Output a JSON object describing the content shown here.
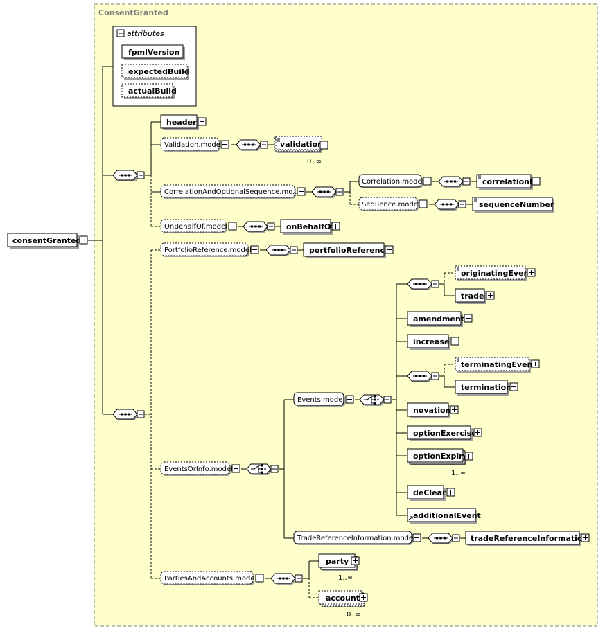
{
  "diagram": {
    "group_title": "ConsentGranted",
    "root": "consentGranted",
    "attributes": {
      "header": "attributes",
      "items": [
        "fpmlVersion",
        "expectedBuild",
        "actualBuild"
      ]
    },
    "elements": {
      "header": "header",
      "validation_model": "Validation.model",
      "validation": "validation",
      "validation_occurs": "0..∞",
      "correlation_seq_model": "CorrelationAndOptionalSequence.mo...",
      "correlation_model": "Correlation.model",
      "correlation_id": "correlationId",
      "sequence_model": "Sequence.model",
      "sequence_number": "sequenceNumber",
      "on_behalf_of_model": "OnBehalfOf.model",
      "on_behalf_of": "onBehalfOf",
      "portfolio_reference_model": "PortfolioReference.model",
      "portfolio_reference": "portfolioReference",
      "originating_event": "originatingEvent",
      "trade": "trade",
      "amendment": "amendment",
      "increase": "increase",
      "terminating_event": "terminatingEvent",
      "termination": "termination",
      "events_model": "Events.model",
      "novation": "novation",
      "option_exercise": "optionExercise",
      "option_expiry": "optionExpiry",
      "option_expiry_occurs": "1..∞",
      "events_or_info_model": "EventsOrInfo.model",
      "declear": "deClear",
      "additional_event": "additionalEvent",
      "trade_reference_information_model": "TradeReferenceInformation.model",
      "trade_reference_information": "tradeReferenceInformation",
      "party": "party",
      "party_occurs": "1..∞",
      "parties_and_accounts_model": "PartiesAndAccounts.model",
      "account": "account",
      "account_occurs": "0..∞"
    },
    "colors": {
      "group_background": "#ffffcc",
      "group_border": "#808080",
      "line": "#000000",
      "shadow": "#a0a0a0"
    }
  }
}
